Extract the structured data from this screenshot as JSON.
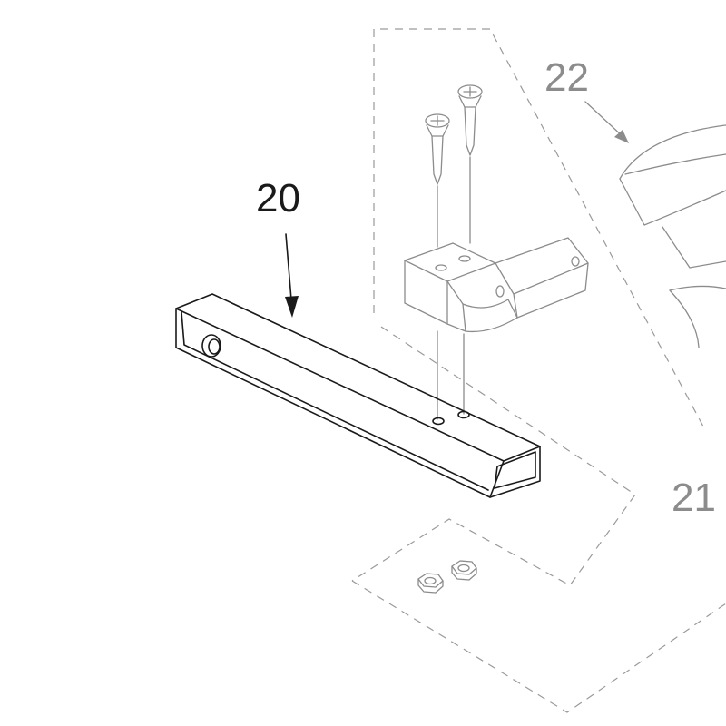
{
  "callouts": {
    "part_20": "20",
    "part_21": "21",
    "part_22": "22"
  },
  "colors": {
    "main_ink": "#1a1a1a",
    "faded_ink": "#8c8c8c",
    "dashed_outline": "#9a9a9a",
    "background": "#ffffff"
  }
}
